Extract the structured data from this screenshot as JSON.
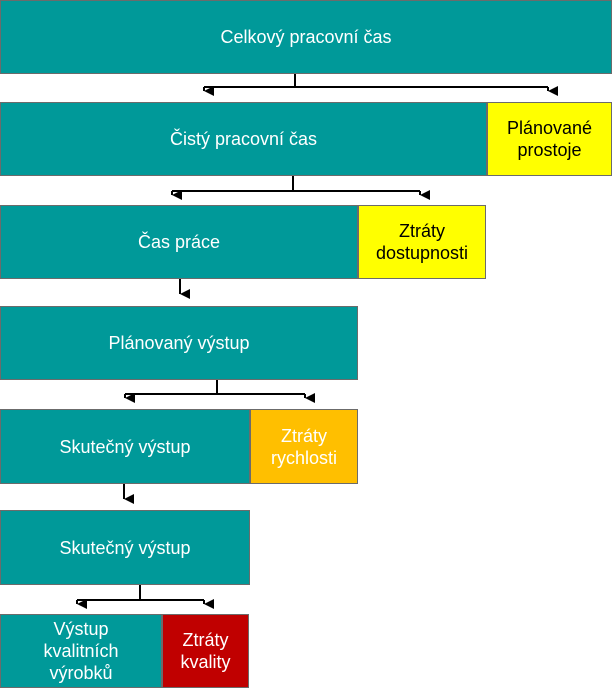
{
  "levels": {
    "total_time": "Celkový pracovní čas",
    "net_time": "Čistý pracovní čas",
    "planned_downtime": "Plánované\nprostoje",
    "operating_time": "Čas práce",
    "availability_loss": "Ztráty\ndostupnosti",
    "planned_output": "Plánovaný výstup",
    "actual_output": "Skutečný výstup",
    "speed_loss": "Ztráty\nrychlosti",
    "actual_output_2": "Skutečný výstup",
    "good_output": "Výstup\nkvalitních\nvýrobků",
    "quality_loss": "Ztráty\nkvality"
  },
  "colors": {
    "main": "#009999",
    "loss_availability": "#ffff00",
    "loss_speed": "#ffbf00",
    "loss_quality": "#c00000"
  }
}
